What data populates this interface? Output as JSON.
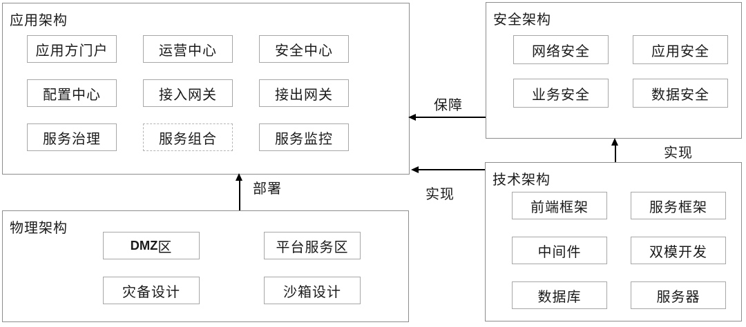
{
  "colors": {
    "background": "#ffffff",
    "text": "#1a1a1a",
    "group_border": "#8c8c8c",
    "item_border": "#a6a6a6",
    "dashed_border": "#b3b3b3",
    "arrow": "#000000"
  },
  "groups": {
    "application": {
      "title": "应用架构",
      "items": [
        {
          "label": "应用方门户"
        },
        {
          "label": "运营中心"
        },
        {
          "label": "安全中心"
        },
        {
          "label": "配置中心"
        },
        {
          "label": "接入网关"
        },
        {
          "label": "接出网关"
        },
        {
          "label": "服务治理"
        },
        {
          "label": "服务组合",
          "style": "dashed"
        },
        {
          "label": "服务监控"
        }
      ]
    },
    "security": {
      "title": "安全架构",
      "items": [
        {
          "label": "网络安全"
        },
        {
          "label": "应用安全"
        },
        {
          "label": "业务安全"
        },
        {
          "label": "数据安全"
        }
      ]
    },
    "technology": {
      "title": "技术架构",
      "items": [
        {
          "label": "前端框架"
        },
        {
          "label": "服务框架"
        },
        {
          "label": "中间件"
        },
        {
          "label": "双模开发"
        },
        {
          "label": "数据库"
        },
        {
          "label": "服务器"
        }
      ]
    },
    "physical": {
      "title": "物理架构",
      "items": [
        {
          "label": "DMZ区"
        },
        {
          "label": "平台服务区"
        },
        {
          "label": "灾备设计"
        },
        {
          "label": "沙箱设计"
        }
      ]
    }
  },
  "arrows": {
    "deploy": {
      "label": "部署",
      "from": "physical",
      "to": "application",
      "direction": "up"
    },
    "guarantee": {
      "label": "保障",
      "from": "security",
      "to": "application",
      "direction": "left"
    },
    "realize_application": {
      "label": "实现",
      "from": "technology",
      "to": "application",
      "direction": "left"
    },
    "realize_security": {
      "label": "实现",
      "from": "technology",
      "to": "security",
      "direction": "up"
    }
  }
}
